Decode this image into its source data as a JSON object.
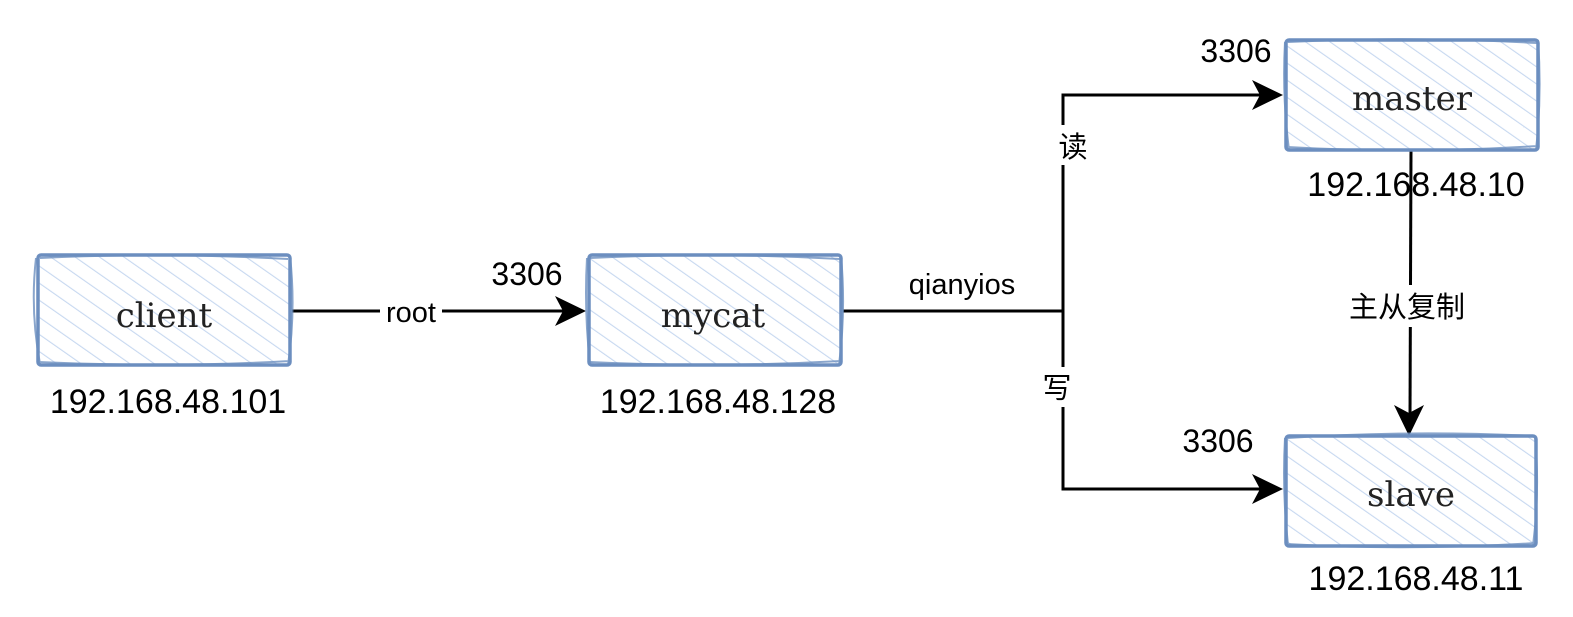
{
  "colors": {
    "node_stroke": "#6c8ebf",
    "node_hatch": "#dae8fc",
    "edge": "#000000",
    "text": "#000000"
  },
  "nodes": {
    "client": {
      "label": "client",
      "ip": "192.168.48.101"
    },
    "mycat": {
      "label": "mycat",
      "ip": "192.168.48.128",
      "port": "3306"
    },
    "master": {
      "label": "master",
      "ip": "192.168.48.10",
      "port": "3306"
    },
    "slave": {
      "label": "slave",
      "ip": "192.168.48.11",
      "port": "3306"
    }
  },
  "edges": {
    "client_to_mycat": {
      "label": "root"
    },
    "mycat_out": {
      "label": "qianyios"
    },
    "to_master": {
      "label": "读"
    },
    "to_slave": {
      "label": "写"
    },
    "replication": {
      "label": "主从复制"
    }
  }
}
